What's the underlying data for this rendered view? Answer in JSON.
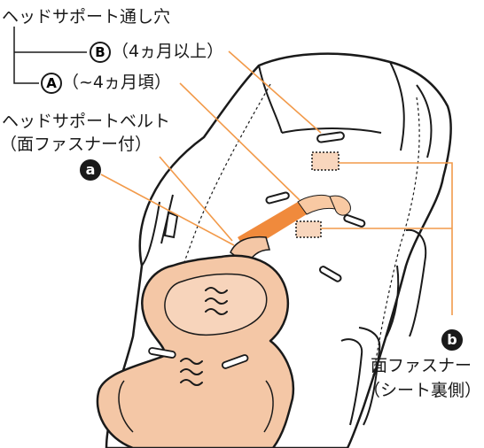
{
  "labels": {
    "head_support_holes": "ヘッドサポート通し穴",
    "marker_b": "B",
    "hole_b": "（4ヵ月以上）",
    "marker_a": "A",
    "hole_a": "（~4ヵ月頃）",
    "belt_line1": "ヘッドサポートベルト",
    "belt_line2": "（面ファスナー付）",
    "marker_a_small": "a",
    "marker_b_small": "b",
    "fastener_line1": "面ファスナー",
    "fastener_line2": "（シート裏側）"
  },
  "colors": {
    "pad": "#f4c7a6",
    "belt": "#f08a3c",
    "leader": "#f29a4a",
    "outline": "#1a1a1a"
  }
}
